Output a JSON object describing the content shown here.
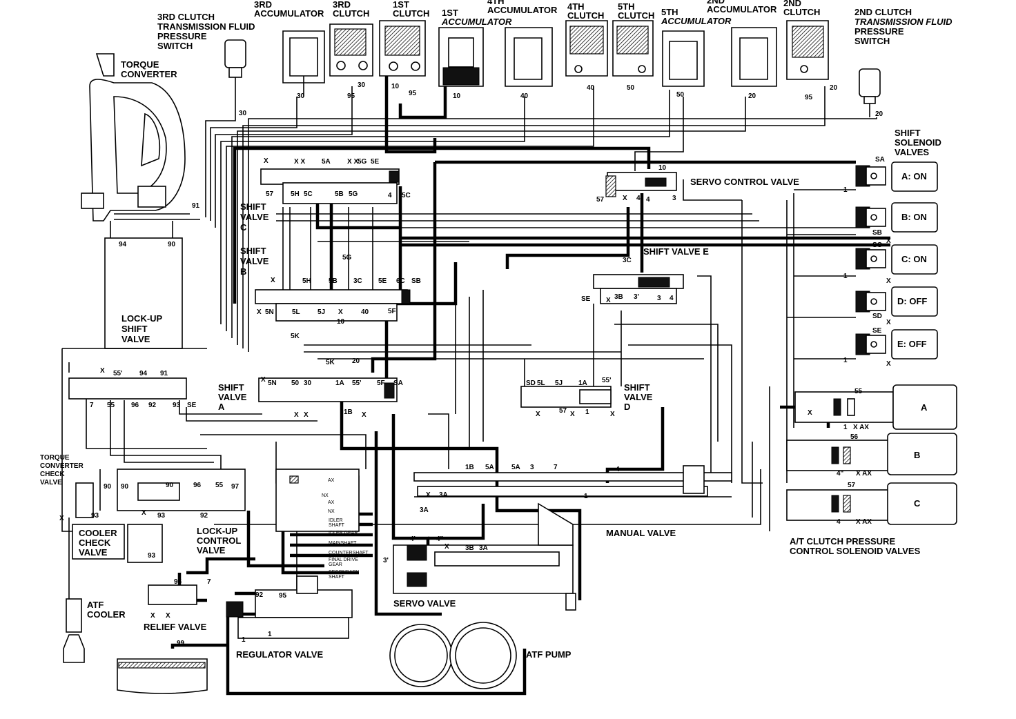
{
  "labels": {
    "clutch3_sw": [
      "3RD CLUTCH",
      "TRANSMISSION FLUID",
      "PRESSURE",
      "SWITCH"
    ],
    "acc3": [
      "3RD",
      "ACCUMULATOR"
    ],
    "clutch3": [
      "3RD",
      "CLUTCH"
    ],
    "clutch1": [
      "1ST",
      "CLUTCH"
    ],
    "acc1": [
      "1ST",
      "ACCUMULATOR"
    ],
    "acc4": [
      "4TH",
      "ACCUMULATOR"
    ],
    "clutch4": [
      "4TH",
      "CLUTCH"
    ],
    "clutch5": [
      "5TH",
      "CLUTCH"
    ],
    "acc5": [
      "5TH",
      "ACCUMULATOR"
    ],
    "acc2": [
      "2ND",
      "ACCUMULATOR"
    ],
    "clutch2": [
      "2ND",
      "CLUTCH"
    ],
    "clutch2_sw": [
      "2ND CLUTCH",
      "TRANSMISSION FLUID",
      "PRESSURE",
      "SWITCH"
    ],
    "torque_converter": [
      "TORQUE",
      "CONVERTER"
    ],
    "shift_solenoid": [
      "SHIFT",
      "SOLENOID",
      "VALVES"
    ],
    "servo_control": "SERVO CONTROL VALVE",
    "shift_c": [
      "SHIFT",
      "VALVE",
      "C"
    ],
    "shift_b": [
      "SHIFT",
      "VALVE",
      "B"
    ],
    "shift_e": "SHIFT VALVE E",
    "lockup_shift": [
      "LOCK-UP",
      "SHIFT",
      "VALVE"
    ],
    "shift_a": [
      "SHIFT",
      "VALVE",
      "A"
    ],
    "shift_d": [
      "SHIFT",
      "VALVE",
      "D"
    ],
    "tc_check": [
      "TORQUE",
      "CONVERTER",
      "CHECK",
      "VALVE"
    ],
    "cooler_check": [
      "COOLER",
      "CHECK",
      "VALVE"
    ],
    "lockup_control": [
      "LOCK-UP",
      "CONTROL",
      "VALVE"
    ],
    "manual_valve": "MANUAL VALVE",
    "atclutch": [
      "A/T CLUTCH PRESSURE",
      "CONTROL SOLENOID VALVES"
    ],
    "atf_cooler": [
      "ATF",
      "COOLER"
    ],
    "relief": "RELIEF VALVE",
    "servo_valve": "SERVO VALVE",
    "regulator": "REGULATOR VALVE",
    "atf_pump": "ATF PUMP"
  },
  "solenoids": [
    {
      "port": "SA",
      "state": "A: ON"
    },
    {
      "port": "SB",
      "state": "B: ON"
    },
    {
      "port": "SC",
      "state": "C: ON"
    },
    {
      "port": "SD",
      "state": "D: OFF"
    },
    {
      "port": "SE",
      "state": "E: OFF"
    }
  ],
  "pressure_solenoids": [
    {
      "name": "A",
      "port": "55"
    },
    {
      "name": "B",
      "port": "56"
    },
    {
      "name": "C",
      "port": "57"
    }
  ],
  "shaft_labels": [
    "AX",
    "NX",
    "AX",
    "NX",
    "IDLER",
    "SHAFT",
    "IDLER GEAR",
    "MAINSHAFT",
    "COUNTERSHAFT",
    "FINAL DRIVE",
    "GEAR",
    "SECONDARY",
    "SHAFT"
  ],
  "ports": {
    "top": [
      "30",
      "30",
      "95",
      "30",
      "10",
      "95",
      "10",
      "40",
      "40",
      "50",
      "50",
      "20",
      "95",
      "20",
      "20",
      "91"
    ],
    "shift_c": [
      "X",
      "X X",
      "5A",
      "X X",
      "5G",
      "5E",
      "57",
      "5H",
      "5C",
      "5B",
      "5G",
      "4",
      "5C"
    ],
    "shift_b": [
      "X",
      "5H",
      "5B",
      "3C",
      "5E",
      "6C",
      "SB",
      "X",
      "5N",
      "5L",
      "5J",
      "X",
      "10",
      "40",
      "5F",
      "5G",
      "5K"
    ],
    "servo": [
      "10",
      "57",
      "X",
      "4'",
      "4",
      "3"
    ],
    "shift_e": [
      "3C",
      "SE",
      "X",
      "3B",
      "3'",
      "3",
      "4"
    ],
    "lockup": [
      "94",
      "90"
    ],
    "shift_a": [
      "X",
      "55'",
      "94",
      "91",
      "7",
      "55",
      "96",
      "92",
      "93",
      "SE",
      "5K",
      "20",
      "X",
      "5N",
      "50",
      "30",
      "1A",
      "55'",
      "5F",
      "SA",
      "X",
      "X",
      "1B",
      "X"
    ],
    "shift_d": [
      "SD",
      "5L",
      "5J",
      "1A",
      "55'",
      "X",
      "57",
      "X",
      "1",
      "X"
    ],
    "manual": [
      "1B",
      "5A",
      "5A",
      "3",
      "7",
      "4",
      "X",
      "3A",
      "3A",
      "1"
    ],
    "servo_v": [
      "4'",
      "4\"",
      "X",
      "3B",
      "3A",
      "3'"
    ],
    "lower_left": [
      "90",
      "90",
      "90",
      "96",
      "55",
      "97",
      "X",
      "93",
      "93",
      "92",
      "93",
      "X"
    ],
    "relief": [
      "95",
      "7",
      "X",
      "X"
    ],
    "regulator": [
      "92",
      "95",
      "1",
      "1",
      "99"
    ],
    "solenoid_ports": [
      "1",
      "1",
      "1",
      "X",
      "X",
      "X",
      "X"
    ],
    "pc": [
      "X",
      "1",
      "X AX",
      "4\"",
      "X AX",
      "4",
      "X AX"
    ]
  }
}
